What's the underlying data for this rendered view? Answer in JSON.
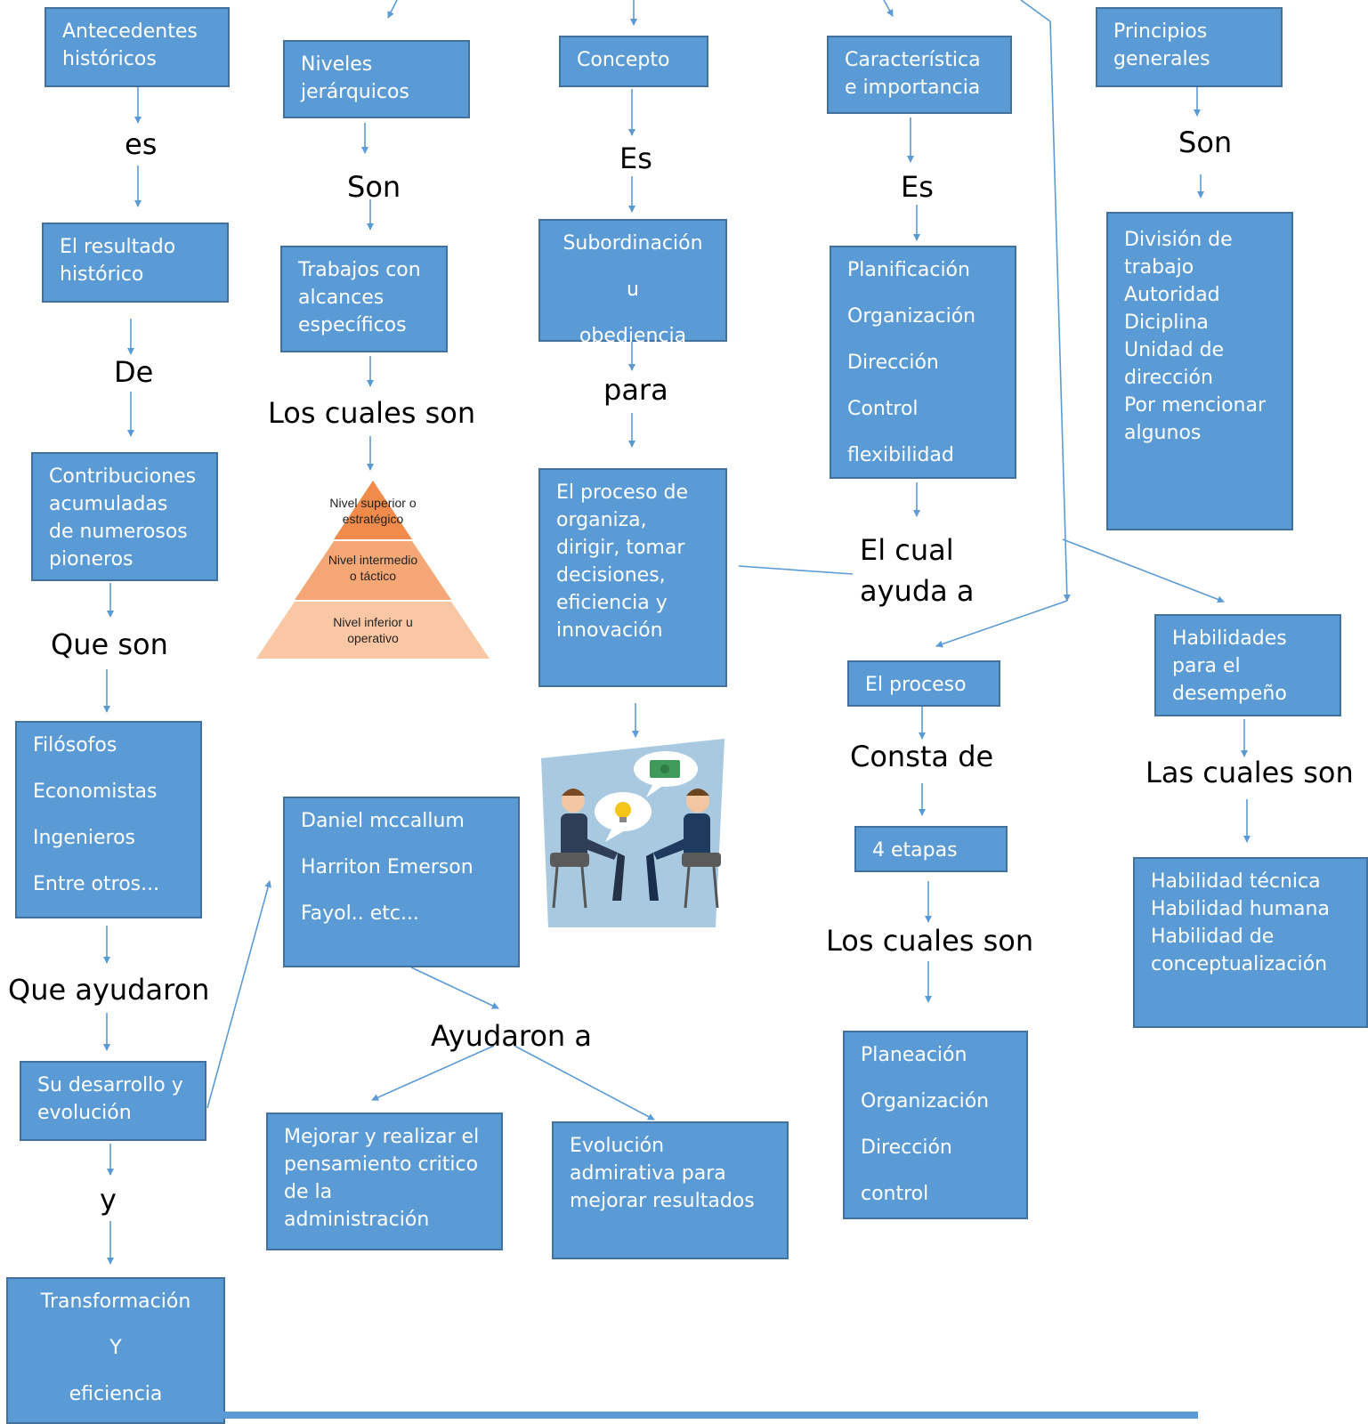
{
  "boxes": {
    "antecedentes": {
      "lines": [
        "Antecedentes",
        "históricos"
      ]
    },
    "resultado": {
      "lines": [
        "El resultado",
        "histórico"
      ]
    },
    "contribuciones": {
      "lines": [
        "Contribuciones",
        "acumuladas",
        "de numerosos",
        "pioneros"
      ]
    },
    "filosofos": {
      "lines": [
        "Filósofos",
        "Economistas",
        "Ingenieros",
        "Entre otros..."
      ]
    },
    "desarrollo": {
      "lines": [
        "Su desarrollo y",
        "evolución"
      ]
    },
    "transformacion": {
      "lines": [
        "Transformación",
        "Y",
        "eficiencia"
      ]
    },
    "niveles": {
      "lines": [
        "Niveles",
        "jerárquicos"
      ]
    },
    "trabajos": {
      "lines": [
        "Trabajos con",
        "alcances",
        "específicos"
      ]
    },
    "concepto": {
      "lines": [
        "Concepto"
      ]
    },
    "subordinacion": {
      "lines": [
        "Subordinación",
        "u",
        "obediencia"
      ]
    },
    "proceso_org": {
      "lines": [
        "El proceso de",
        "organiza,",
        "dirigir, tomar",
        "decisiones,",
        "eficiencia y",
        "innovación"
      ]
    },
    "pioneros": {
      "lines": [
        "Daniel mccallum",
        "Harriton Emerson",
        "Fayol.. etc..."
      ]
    },
    "mejorar": {
      "lines": [
        "Mejorar y realizar el",
        "pensamiento critico",
        "de la",
        "administración"
      ]
    },
    "evolucion": {
      "lines": [
        "Evolución",
        "admirativa para",
        "mejorar resultados"
      ]
    },
    "caracteristica": {
      "lines": [
        "Característica",
        "e importancia"
      ]
    },
    "planificacion": {
      "lines": [
        "Planificación",
        "Organización",
        "Dirección",
        "Control",
        "flexibilidad"
      ]
    },
    "el_proceso": {
      "lines": [
        "El proceso"
      ]
    },
    "etapas": {
      "lines": [
        "4 etapas"
      ]
    },
    "planeacion": {
      "lines": [
        "Planeación",
        "Organización",
        "Dirección",
        "control"
      ]
    },
    "principios": {
      "lines": [
        "Principios",
        "generales"
      ]
    },
    "division": {
      "lines": [
        "División de",
        "trabajo",
        "Autoridad",
        "Diciplina",
        "Unidad de",
        "dirección",
        "Por mencionar",
        "algunos"
      ]
    },
    "habilidades": {
      "lines": [
        "Habilidades",
        "para el",
        "desempeño"
      ]
    },
    "habilidad_tipos": {
      "lines": [
        "Habilidad técnica",
        "Habilidad humana",
        "Habilidad de",
        "conceptualización"
      ]
    }
  },
  "connectors": {
    "es": "es",
    "de": "De",
    "que_son": "Que son",
    "que_ayudaron": "Que ayudaron",
    "y": "y",
    "son_niveles": "Son",
    "los_cuales_son_1": "Los cuales son",
    "es_concepto": "Es",
    "para": "para",
    "ayudaron_a": "Ayudaron a",
    "es_caracteristica": "Es",
    "el_cual_1": "El cual",
    "ayuda_a": "ayuda a",
    "consta_de": "Consta de",
    "los_cuales_son_2": "Los cuales son",
    "son_principios": "Son",
    "las_cuales_son": "Las cuales son"
  },
  "pyramid": {
    "levels": [
      "Nivel superior o estratégico",
      "Nivel intermedio o táctico",
      "Nivel inferior u operativo"
    ]
  },
  "colors": {
    "box_fill": "#5b9bd5",
    "box_border": "#41719c",
    "arrow": "#5b9bd5",
    "pyramid_top": "#f08b4b",
    "pyramid_mid": "#f5a775",
    "pyramid_bottom": "#f9c7a3"
  },
  "illustration": {
    "icon": "business-meeting-icon"
  }
}
